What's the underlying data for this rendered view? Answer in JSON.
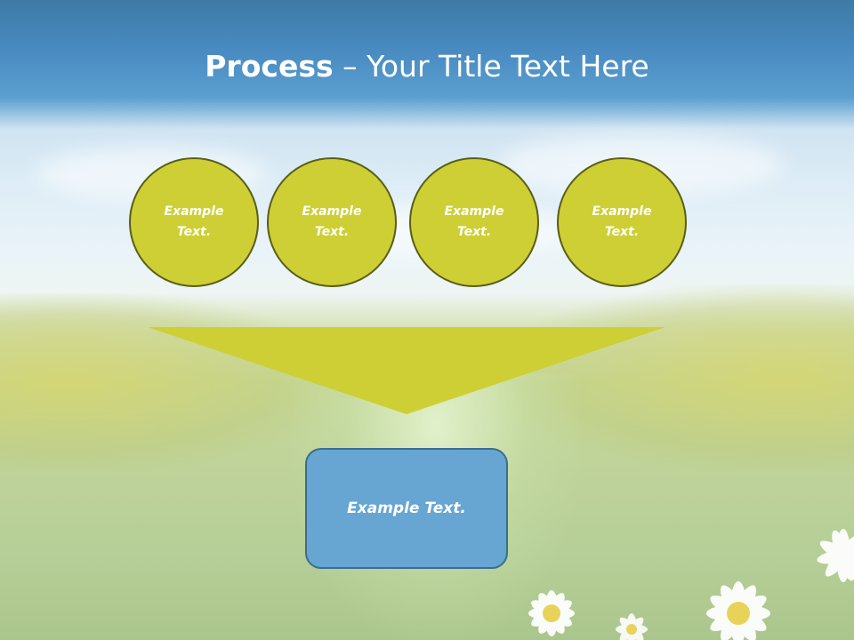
{
  "title": {
    "bold": "Process",
    "rest": " – Your Title Text Here"
  },
  "steps": [
    {
      "label": "Example Text."
    },
    {
      "label": "Example Text."
    },
    {
      "label": "Example Text."
    },
    {
      "label": "Example Text."
    }
  ],
  "result": {
    "label": "Example Text."
  },
  "colors": {
    "circle_fill": "#cdcf35",
    "circle_border": "#5a5e17",
    "funnel_fill": "#cdcf35",
    "box_fill": "#67a5d2",
    "box_border": "#3c6d8e",
    "sky": "#4a8cc2"
  }
}
